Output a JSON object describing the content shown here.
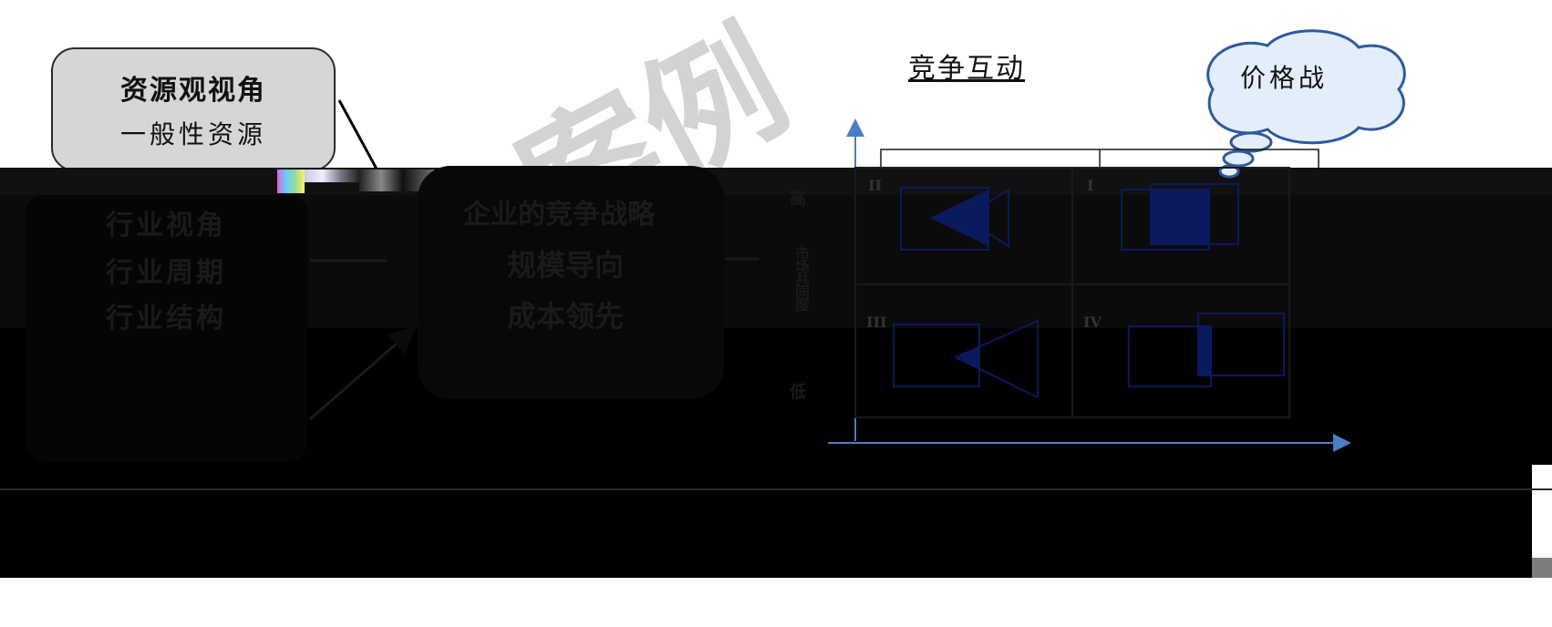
{
  "left_boxes": {
    "resource": {
      "title": "资源观视角",
      "sub": "一般性资源"
    },
    "industry": {
      "title": "行业视角",
      "lines": [
        "行业周期",
        "行业结构"
      ]
    }
  },
  "center_box": {
    "title": "企业的竞争战略",
    "lines": [
      "规模导向",
      "成本领先"
    ]
  },
  "right_panel": {
    "title": "竞争互动",
    "bubble": "价格战",
    "y_axis_high": "高",
    "y_axis_label": "市场共同度",
    "y_axis_low": "低",
    "quadrants": [
      "II",
      "I",
      "III",
      "IV"
    ]
  },
  "watermark": "案例",
  "colors": {
    "box_fill": "#d6d6d6",
    "navy": "#0a1a5c",
    "axis_blue": "#4a7fc1",
    "bubble_fill": "#e2eef9",
    "bubble_stroke": "#2f5a9a"
  }
}
